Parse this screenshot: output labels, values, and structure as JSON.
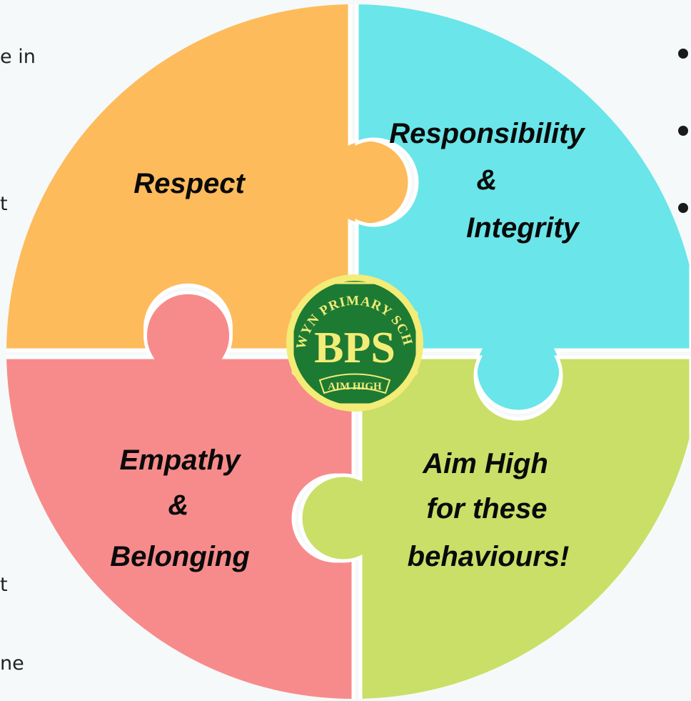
{
  "diagram": {
    "pieces": {
      "top_left": {
        "label": [
          "Respect"
        ],
        "color": "#fdbb5c"
      },
      "top_right": {
        "label": [
          "Responsibility",
          "&",
          "Integrity"
        ],
        "color": "#6ae5e9"
      },
      "bottom_left": {
        "label": [
          "Empathy",
          "&",
          "Belonging"
        ],
        "color": "#f78b8b"
      },
      "bottom_right": {
        "label": [
          "Aim High",
          "for these",
          "behaviours!"
        ],
        "color": "#c9df67"
      }
    },
    "badge": {
      "top_text": "BALWYN PRIMARY SCHOOL",
      "initials": "BPS",
      "motto": "AIM HIGH",
      "bg": "#1d7a33",
      "ring": "#f3ec77"
    }
  },
  "edge_fragments": {
    "left": [
      "e in",
      "t",
      "t",
      "ne"
    ]
  }
}
